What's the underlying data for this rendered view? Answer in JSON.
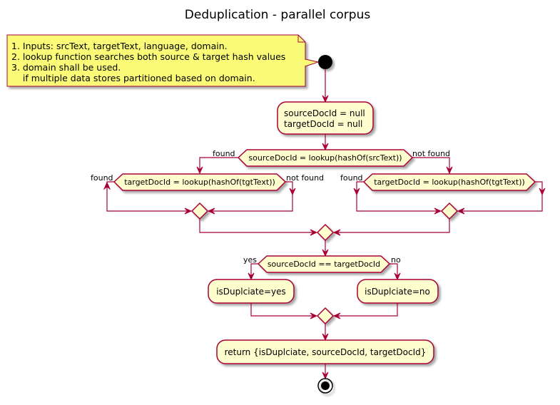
{
  "title": "Deduplication - parallel corpus",
  "note": [
    "1. Inputs: srcText, targetText, language, domain.",
    "2. lookup function searches both source & target hash values",
    "3. domain shall be used.",
    "    if multiple data stores partitioned based on domain."
  ],
  "init": [
    "sourceDocId = null",
    "targetDocId = null"
  ],
  "if_source": {
    "condition": "sourceDocId = lookup(hashOf(srcText))",
    "yes": "found",
    "no": "not found"
  },
  "if_target_left": {
    "condition": "targetDocId = lookup(hashOf(tgtText))",
    "yes": "found",
    "no": "not found"
  },
  "if_target_right": {
    "condition": "targetDocId = lookup(hashOf(tgtText))",
    "yes": "found"
  },
  "if_compare": {
    "condition": "sourceDocId == targetDocId",
    "yes": "yes",
    "no": "no"
  },
  "dup_yes": "isDuplciate=yes",
  "dup_no": "isDuplciate=no",
  "return": "return {isDuplciate, sourceDocId, targetDocId}",
  "colors": {
    "activity_fill": "#FEFECE",
    "border": "#A80036",
    "note_fill": "#FBFB77"
  }
}
